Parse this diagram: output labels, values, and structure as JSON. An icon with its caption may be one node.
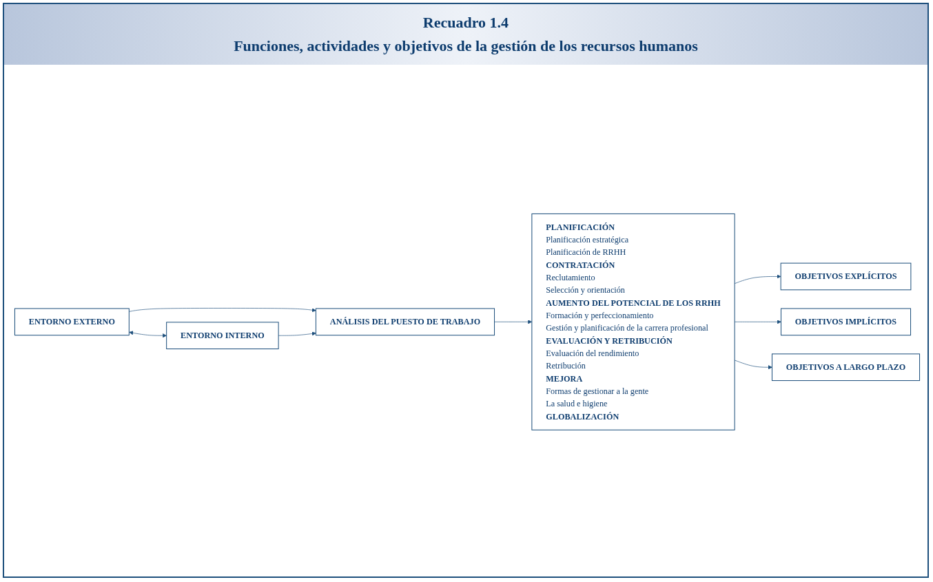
{
  "diagram": {
    "title": "Recuadro 1.4",
    "nodes": [
      {
        "text": [
          "ENTORNO EXTERNO"
        ]
      },
      {
        "text": [
          "ANÁLISIS DEL PUESTO DE TRABAJO"
        ]
      },
      {
        "text": [
          "ENTORNO INTERNO"
        ]
      },
      {
        "text": [
          "PLANIFICACIÓN",
          "Planificación estratégica",
          "Planificación de RRHH",
          "CONTRATACIÓN",
          "Reclutamiento",
          "Selección y orientación",
          "AUMENTO DEL POTENCIAL DE LOS RRHH",
          "Formación y perfeccionamiento",
          "Gestión y planificación de la carrera profesional",
          "EVALUACIÓN Y RETRIBUCIÓN",
          "Evaluación del rendimiento",
          "Retribución",
          "MEJORA",
          "Formas de gestionar a la gente",
          "La salud e higiene",
          "GLOBALIZACIÓN"
        ]
      },
      {
        "text": [
          "OBJETIVOS EXPLÍCITOS"
        ]
      },
      {
        "text": [
          "OBJETIVOS IMPLÍCITOS"
        ]
      },
      {
        "text": [
          "OBJETIVOS A LARGO PLAZO"
        ]
      }
    ],
    "edges": [
      {
        "from": 0,
        "to": 1,
        "arrow": "to"
      },
      {
        "from": 2,
        "to": 1,
        "arrow": "to"
      },
      {
        "from": 0,
        "to": 2,
        "arrow": "both"
      },
      {
        "from": 1,
        "to": 3,
        "arrow": "to"
      },
      {
        "from": 3,
        "to": 4,
        "arrow": "to"
      },
      {
        "from": 3,
        "to": 5,
        "arrow": "to"
      },
      {
        "from": 3,
        "to": 6,
        "arrow": "to"
      }
    ],
    "labels": [
      "Funciones, actividades y objetivos de la gestión de los recursos humanos"
    ]
  }
}
